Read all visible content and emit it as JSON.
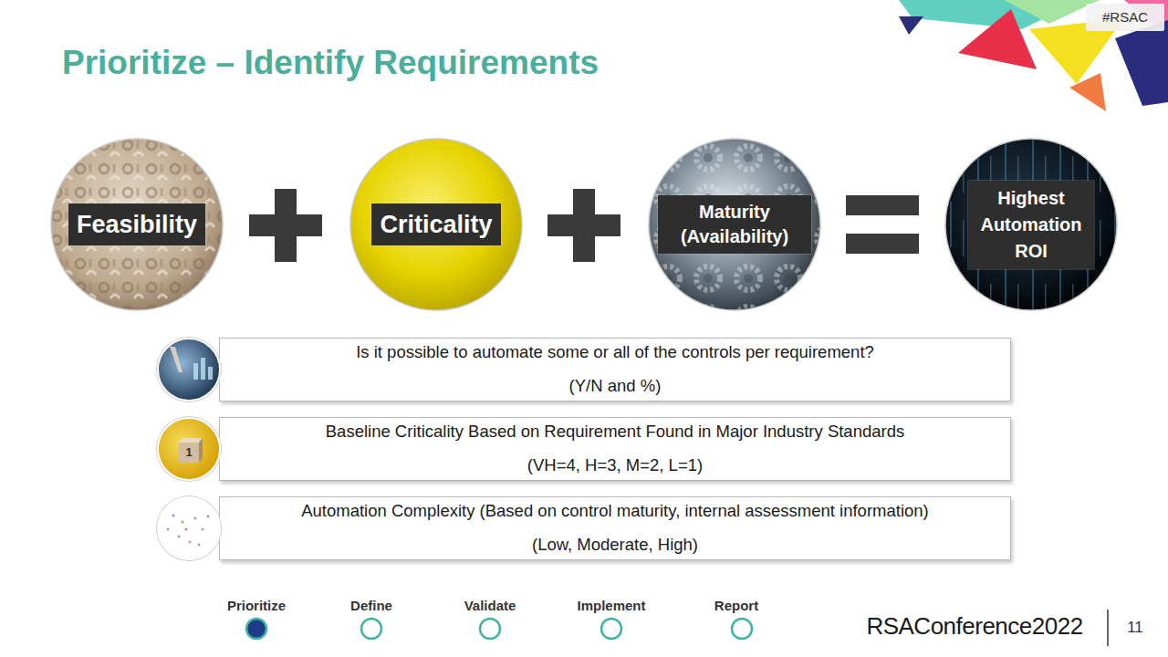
{
  "diagram": {
    "title": "Prioritize – Identify Requirements",
    "nodes": [
      {
        "text": [
          "Feasibility"
        ]
      },
      {
        "text": [
          "Criticality"
        ]
      },
      {
        "text": [
          "Maturity (Availability)"
        ]
      },
      {
        "text": [
          "Highest Automation ROI"
        ]
      },
      {
        "text": [
          "Is it possible to automate some or all of the controls per requirement?",
          "(Y/N and %)"
        ]
      },
      {
        "text": [
          "Baseline Criticality Based on Requirement Found in Major Industry Standards",
          "(VH=4, H=3, M=2, L=1)"
        ]
      },
      {
        "text": [
          "Automation Complexity (Based on control maturity, internal assessment information)",
          "(Low, Moderate, High)"
        ]
      }
    ],
    "labels": [
      "#RSAC",
      "1",
      "Prioritize",
      "Define",
      "Validate",
      "Implement",
      "Report",
      "RSAConference2022",
      "11"
    ]
  }
}
